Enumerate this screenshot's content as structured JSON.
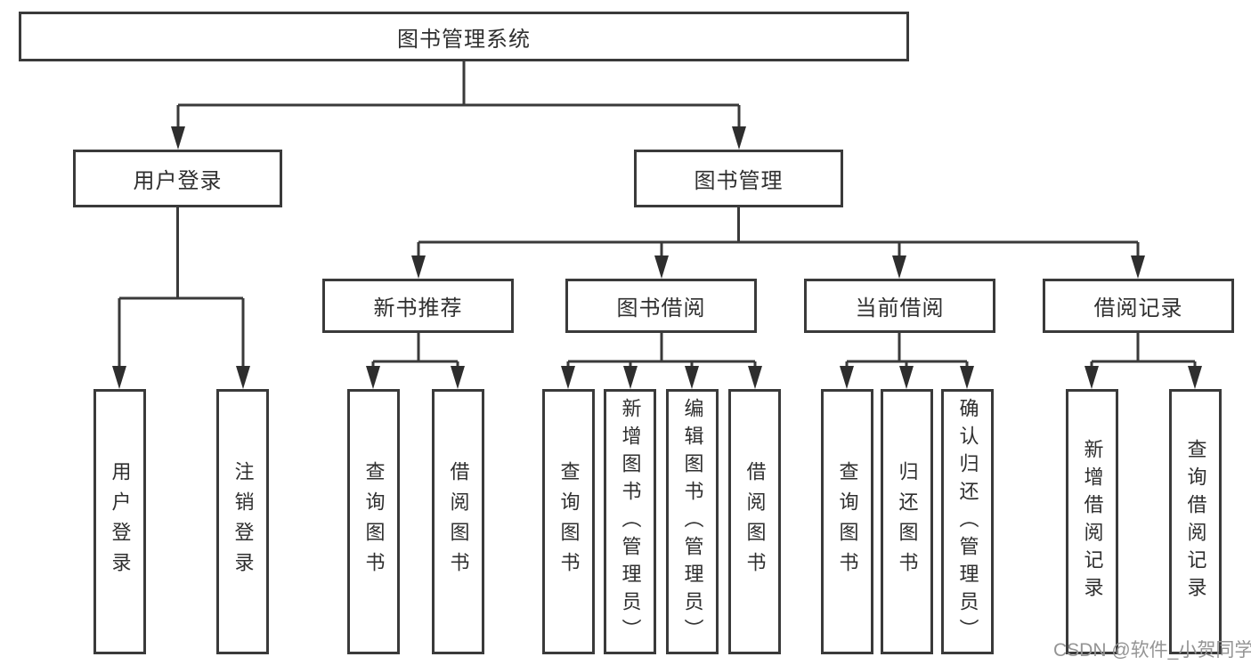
{
  "diagram": {
    "root": {
      "label": "图书管理系统"
    },
    "level2": [
      {
        "id": "user-login",
        "label": "用户登录"
      },
      {
        "id": "book-management",
        "label": "图书管理"
      }
    ],
    "level3": [
      {
        "id": "new-book-recommend",
        "label": "新书推荐",
        "parent": "图书管理"
      },
      {
        "id": "book-borrow",
        "label": "图书借阅",
        "parent": "图书管理"
      },
      {
        "id": "current-borrow",
        "label": "当前借阅",
        "parent": "图书管理"
      },
      {
        "id": "borrow-records",
        "label": "借阅记录",
        "parent": "图书管理"
      }
    ],
    "leaves": [
      {
        "label": "用户登录",
        "parent": "用户登录"
      },
      {
        "label": "注销登录",
        "parent": "用户登录"
      },
      {
        "label": "查询图书",
        "parent": "新书推荐"
      },
      {
        "label": "借阅图书",
        "parent": "新书推荐"
      },
      {
        "label": "查询图书",
        "parent": "图书借阅"
      },
      {
        "label": "新增图书（管理员）",
        "parent": "图书借阅"
      },
      {
        "label": "编辑图书（管理员）",
        "parent": "图书借阅"
      },
      {
        "label": "借阅图书",
        "parent": "图书借阅"
      },
      {
        "label": "查询图书",
        "parent": "当前借阅"
      },
      {
        "label": "归还图书",
        "parent": "当前借阅"
      },
      {
        "label": "确认归还（管理员）",
        "parent": "当前借阅"
      },
      {
        "label": "新增借阅记录",
        "parent": "借阅记录"
      },
      {
        "label": "查询借阅记录",
        "parent": "借阅记录"
      }
    ]
  },
  "watermark": {
    "text": "CSDN @软件_小贺同学"
  },
  "colors": {
    "line": "#3a3a3a",
    "arrow": "#2e2e2e",
    "text": "#2f2f2f",
    "watermark_text": "#949494",
    "background": "#ffffff"
  }
}
